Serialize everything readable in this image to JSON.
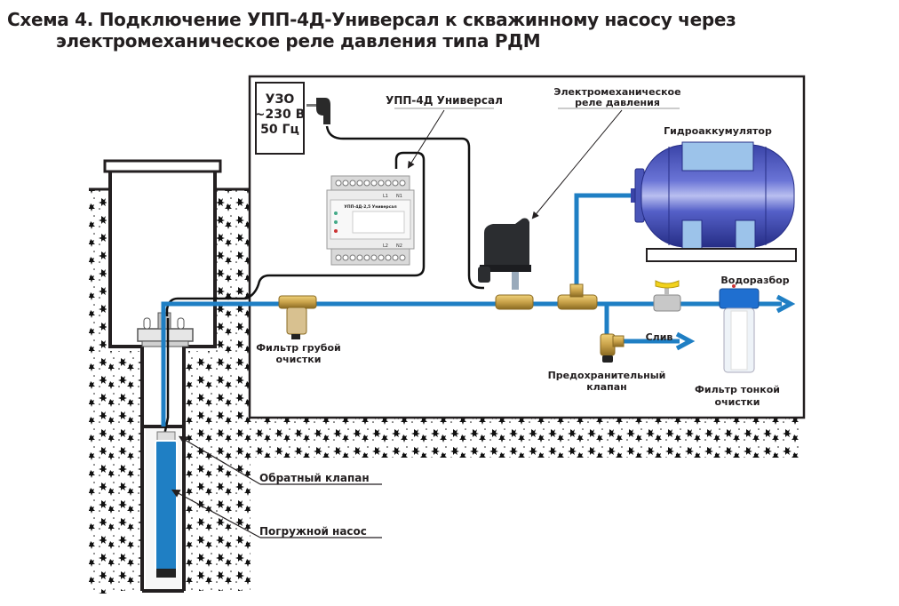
{
  "title": {
    "line1": "Схема 4. Подключение УПП-4Д-Универсал к скважинному насосу через",
    "line2": "электромеханическое реле давления типа РДМ"
  },
  "power_source": {
    "line1": "УЗО",
    "line2": "~230 В",
    "line3": "50 Гц"
  },
  "device": {
    "label": "УПП-4Д Универсал",
    "panel_title": "УПП-4Д-2,5 Универсал",
    "terminals_top": [
      "L1",
      "N1"
    ],
    "terminals_bottom": [
      "L2",
      "N2"
    ]
  },
  "labels": {
    "pressure_relay_line1": "Электромеханическое",
    "pressure_relay_line2": "реле давления",
    "accumulator": "Гидроаккумулятор",
    "water_outlet": "Водоразбор",
    "drain": "Слив",
    "coarse_filter_line1": "Фильтр грубой",
    "coarse_filter_line2": "очистки",
    "safety_valve_line1": "Предохранительный",
    "safety_valve_line2": "клапан",
    "fine_filter_line1": "Фильтр тонкой",
    "fine_filter_line2": "очистки",
    "check_valve": "Обратный клапан",
    "submersible_pump": "Погружной насос"
  },
  "colors": {
    "pipe": "#1f7fc4",
    "tank": "#4a55b8",
    "tank_band": "#9cc3ea",
    "brass": "#c9a24a",
    "ink": "#231f20"
  }
}
